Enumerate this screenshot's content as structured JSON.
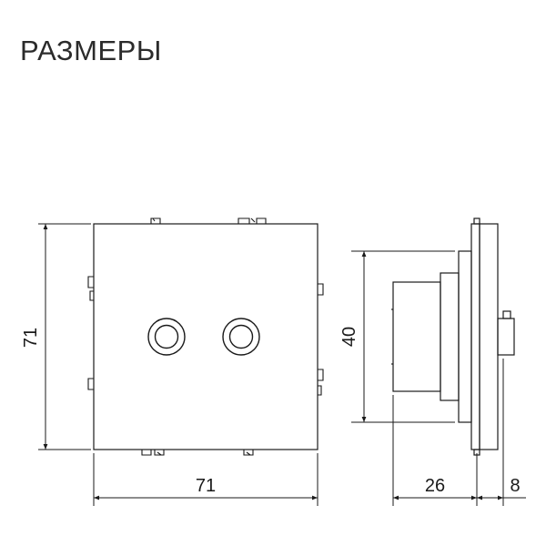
{
  "page": {
    "title": "РАЗМЕРЫ"
  },
  "dimensions": {
    "front_height": "71",
    "front_width": "71",
    "side_height": "40",
    "side_depth": "26",
    "frame_thickness": "8"
  },
  "colors": {
    "line": "#1a1a1a",
    "title": "#2b2b2b",
    "background": "#ffffff"
  }
}
